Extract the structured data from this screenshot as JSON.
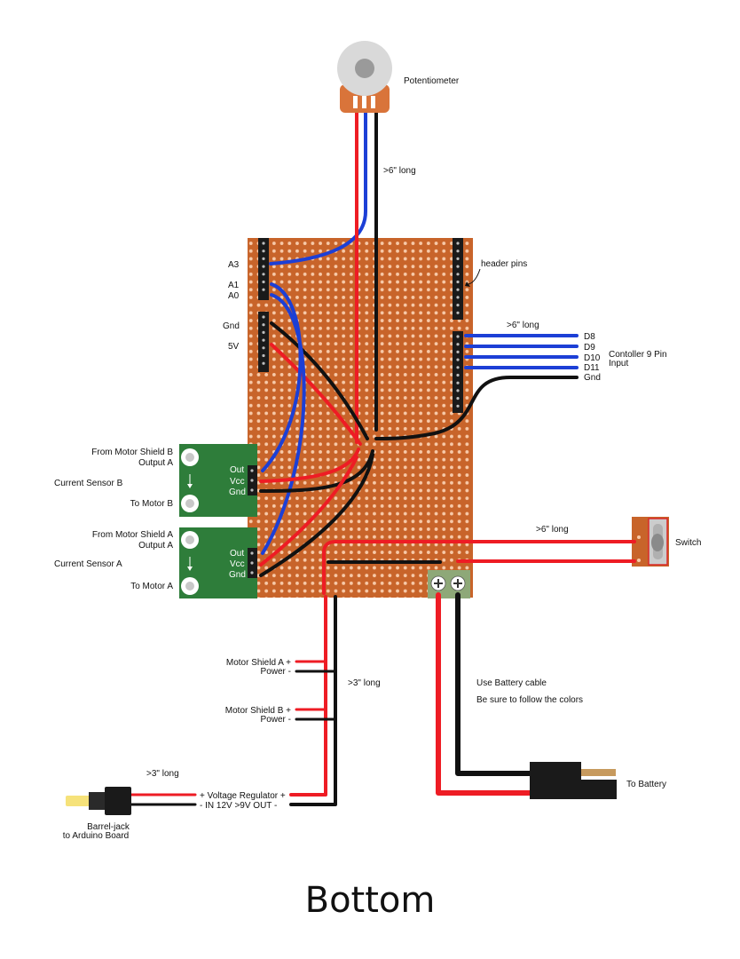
{
  "colors": {
    "board": "#c8642a",
    "hole": "#f7c9a8",
    "wire_red": "#ee1c24",
    "wire_blue": "#1c3fd6",
    "wire_black": "#111111",
    "sensor_green": "#2e7d3a",
    "terminal_green": "#8ea878",
    "pot_body": "#d9d9d9",
    "pot_base": "#d9743a",
    "header": "#1a1a1a",
    "battery_tip": "#c79a5e",
    "barrel_tip": "#f6e27a"
  },
  "labels": {
    "potentiometer": "Potentiometer",
    "pot_wire_length": ">6\" long",
    "header_pins": "header pins",
    "a3": "A3",
    "a1": "A1",
    "a0": "A0",
    "gnd_left": "Gnd",
    "v5": "5V",
    "ctrl_wire_length": ">6\" long",
    "d8": "D8",
    "d9": "D9",
    "d10": "D10",
    "d11": "D11",
    "gnd_right": "Gnd",
    "controller_line1": "Contoller 9 Pin",
    "controller_line2": "Input",
    "from_shield_b_1": "From Motor Shield B",
    "from_shield_b_2": "Output A",
    "current_sensor_b": "Current Sensor B",
    "to_motor_b": "To Motor B",
    "from_shield_a_1": "From Motor Shield A",
    "from_shield_a_2": "Output A",
    "current_sensor_a": "Current Sensor  A",
    "to_motor_a": "To Motor A",
    "out_b": "Out",
    "vcc_b": "Vcc",
    "gnd_b": "Gnd",
    "out_a": "Out",
    "vcc_a": "Vcc",
    "gnd_a": "Gnd",
    "switch_wire_length": ">6\" long",
    "switch": "Switch",
    "shield_a_power_1": "Motor Shield A  +",
    "shield_a_power_2": "Power  -",
    "shield_b_power_1": "Motor Shield B  +",
    "shield_b_power_2": "Power  -",
    "power_wire_length": ">3\" long",
    "battery_cable": "Use Battery cable",
    "battery_colors": "Be sure to follow the colors",
    "to_battery": "To Battery",
    "barrel_wire_length": ">3\" long",
    "regulator_line1": "+  Voltage Regulator  +",
    "regulator_line2": "-  IN   12V  >9V   OUT  -",
    "barrel_jack_1": "Barrel-jack",
    "barrel_jack_2": "to Arduino Board",
    "bottom_title": "Bottom"
  }
}
